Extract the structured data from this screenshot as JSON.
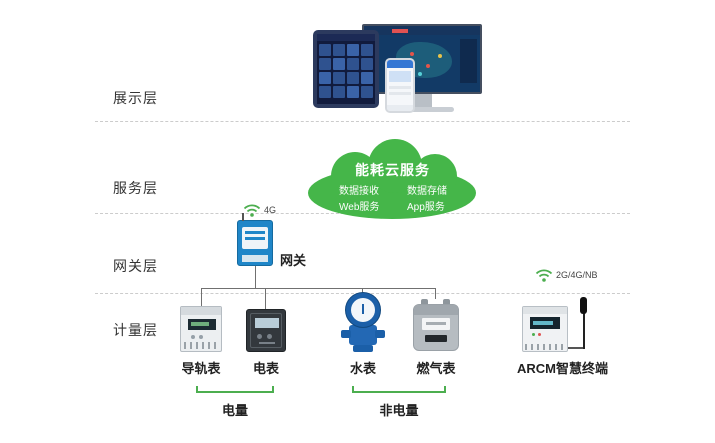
{
  "diagram": {
    "layers": [
      {
        "label": "展示层"
      },
      {
        "label": "服务层"
      },
      {
        "label": "网关层"
      },
      {
        "label": "计量层"
      }
    ],
    "cloud": {
      "title": "能耗云服务",
      "items": [
        "数据接收",
        "数据存储",
        "Web服务",
        "App服务"
      ]
    },
    "gateway": {
      "label": "网关",
      "signal": "4G"
    },
    "meters": [
      {
        "label": "导轨表"
      },
      {
        "label": "电表"
      },
      {
        "label": "水表"
      },
      {
        "label": "燃气表"
      },
      {
        "label": "ARCM智慧终端",
        "signal": "2G/4G/NB"
      }
    ],
    "groups": [
      {
        "label": "电量"
      },
      {
        "label": "非电量"
      }
    ]
  },
  "colors": {
    "cloud_green": "#45b649",
    "bracket_green": "#4cae4f",
    "gateway_blue": "#1f86c8",
    "water_blue": "#2368b4"
  }
}
